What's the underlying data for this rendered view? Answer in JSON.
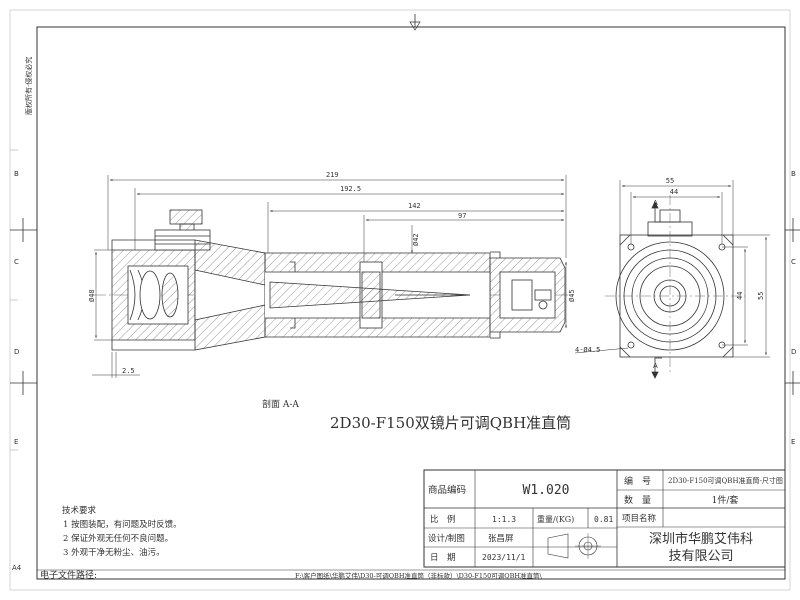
{
  "copyright": "版权所有·侵权必究",
  "paper_size": "A4",
  "border_letters": [
    "B",
    "C",
    "D",
    "E"
  ],
  "dims": {
    "d219": "219",
    "d192": "192.5",
    "d142": "142",
    "d97": "97",
    "d2_5": "2.5",
    "dia48": "Ø48",
    "dia42": "Ø42",
    "dia45": "Ø45",
    "side_55_top": "55",
    "side_44_top": "44",
    "side_44_right": "44",
    "side_55_right": "55",
    "holes": "4-Ø4.5"
  },
  "section_mark": "A",
  "section_label": "剖面 A-A",
  "main_title": "2D30-F150双镜片可调QBH准直筒",
  "tech": {
    "heading": "技术要求",
    "items": [
      "1  按图装配，有问题及时反馈。",
      "2  保证外观无任何不良问题。",
      "3  外观干净无粉尘、油污。"
    ]
  },
  "title_block": {
    "product_code_label": "商品编码",
    "product_code": "W1.020",
    "number_label": "编　号",
    "number_value": "2D30-F150可调QBH准直筒-尺寸图",
    "qty_label": "数　量",
    "qty_value": "1件/套",
    "scale_label": "比　例",
    "scale_value": "1:1.3",
    "weight_label": "重量/(KG)",
    "weight_value": "0.81",
    "project_label": "项目名称",
    "design_label": "设计/制图",
    "designer": "张昌屏",
    "date_label": "日　期",
    "date_value": "2023/11/1",
    "company_line1": "深圳市华鹏艾伟科",
    "company_line2": "技有限公司"
  },
  "file_path_label": "电子文件路径:",
  "file_path": "F:\\客户图纸\\华鹏艾伟\\D30-可调QBH准直筒（非标款）\\D30-F150可调QBH准直筒\\"
}
